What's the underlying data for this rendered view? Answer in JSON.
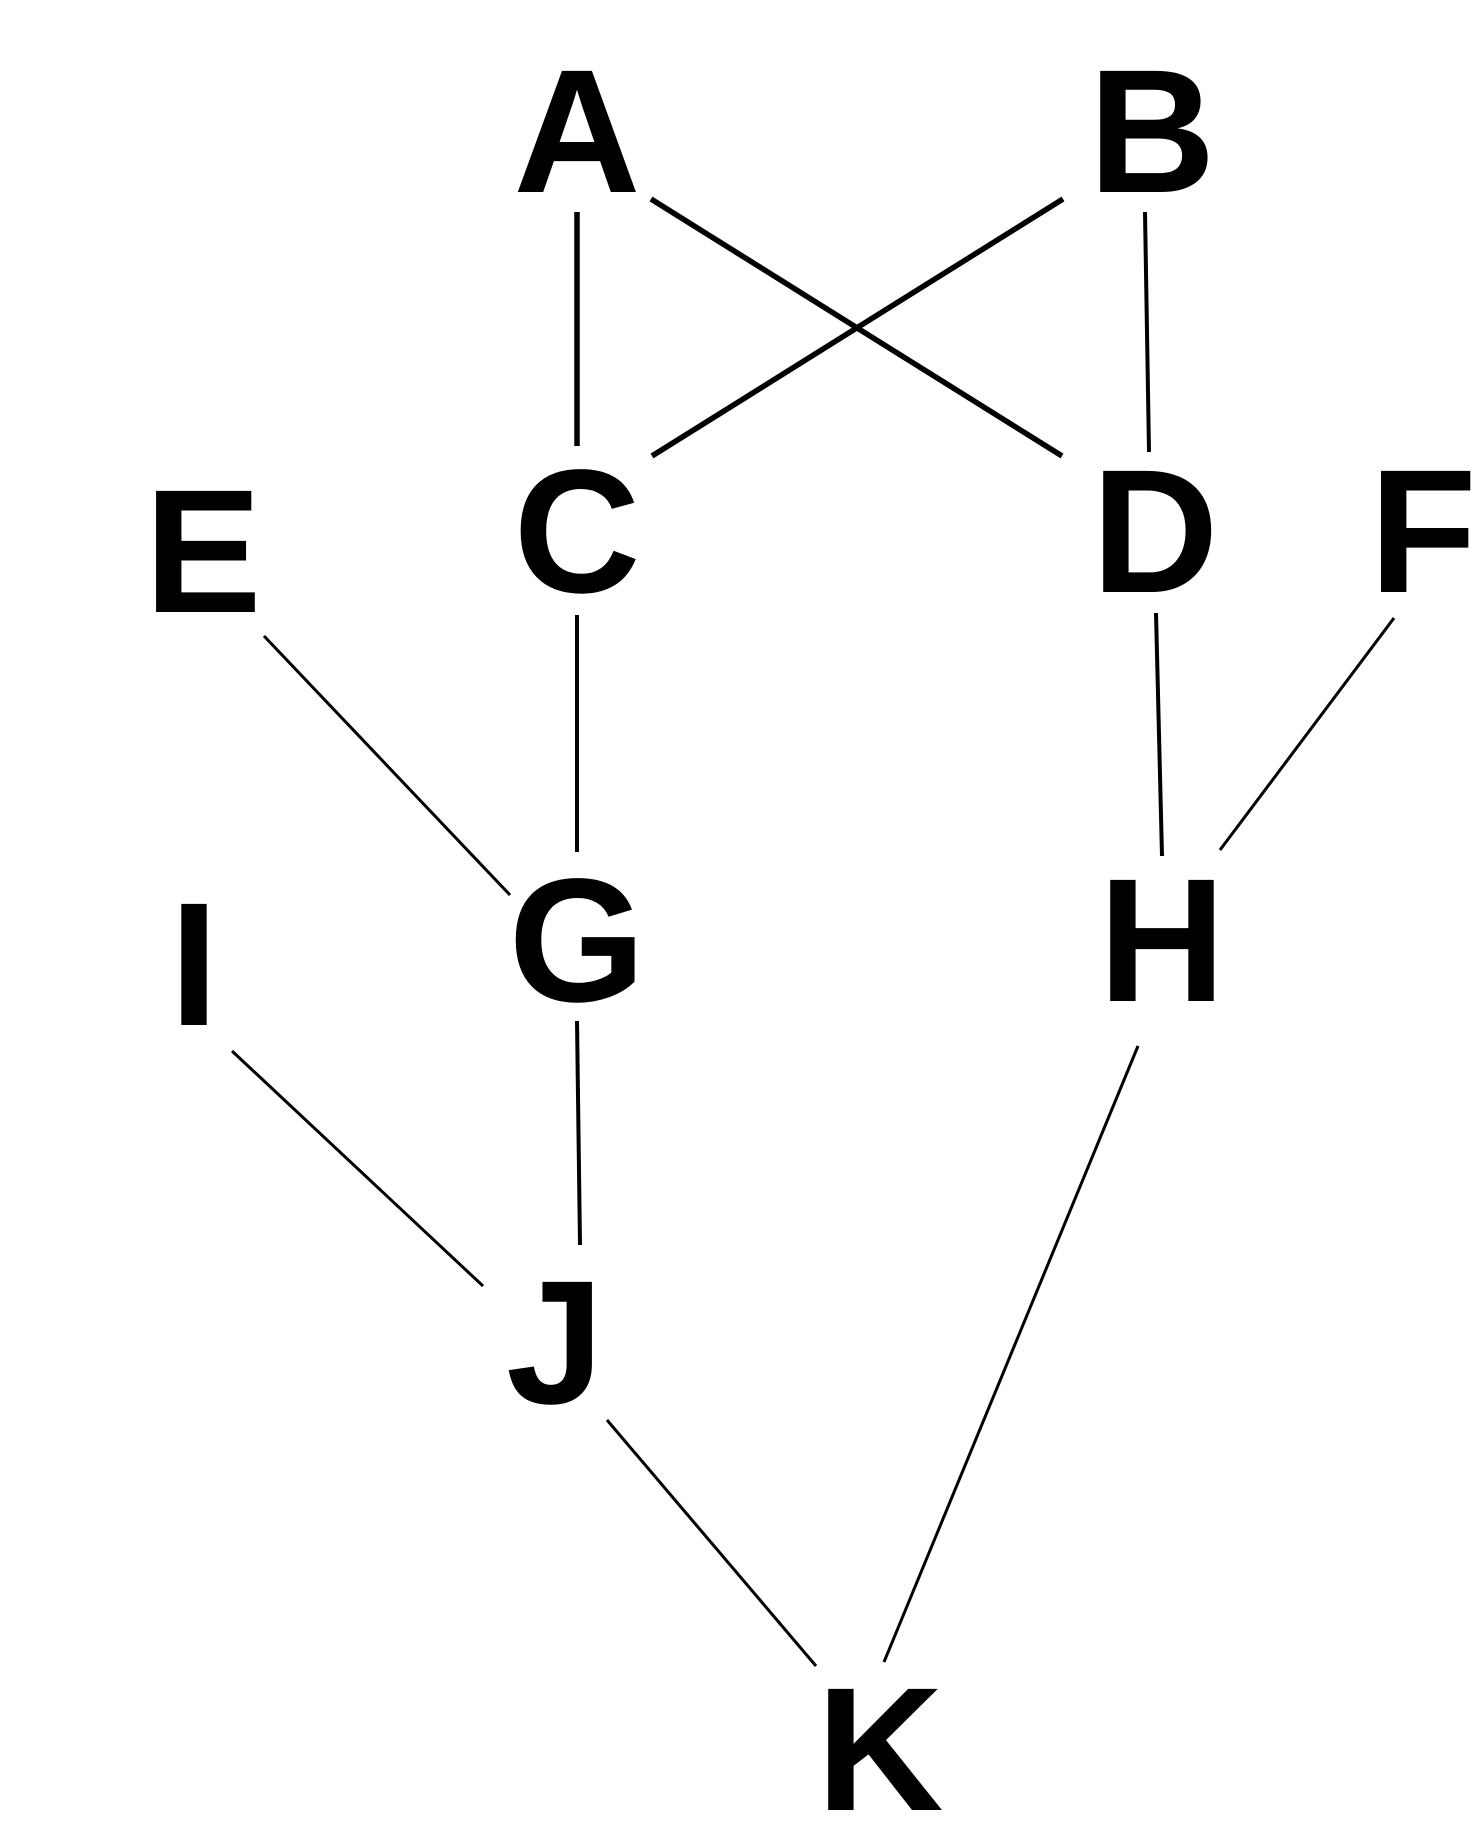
{
  "diagram": {
    "type": "graph",
    "nodes": [
      {
        "id": "A",
        "label": "A"
      },
      {
        "id": "B",
        "label": "B"
      },
      {
        "id": "C",
        "label": "C"
      },
      {
        "id": "D",
        "label": "D"
      },
      {
        "id": "E",
        "label": "E"
      },
      {
        "id": "F",
        "label": "F"
      },
      {
        "id": "G",
        "label": "G"
      },
      {
        "id": "H",
        "label": "H"
      },
      {
        "id": "I",
        "label": "I"
      },
      {
        "id": "J",
        "label": "J"
      },
      {
        "id": "K",
        "label": "K"
      }
    ],
    "edges": [
      {
        "from": "A",
        "to": "C"
      },
      {
        "from": "A",
        "to": "D"
      },
      {
        "from": "B",
        "to": "C"
      },
      {
        "from": "B",
        "to": "D"
      },
      {
        "from": "C",
        "to": "G"
      },
      {
        "from": "E",
        "to": "G"
      },
      {
        "from": "D",
        "to": "H"
      },
      {
        "from": "F",
        "to": "H"
      },
      {
        "from": "G",
        "to": "J"
      },
      {
        "from": "I",
        "to": "J"
      },
      {
        "from": "J",
        "to": "K"
      },
      {
        "from": "H",
        "to": "K"
      }
    ]
  },
  "colors": {
    "background": "#ffffff",
    "ink": "#000000"
  }
}
